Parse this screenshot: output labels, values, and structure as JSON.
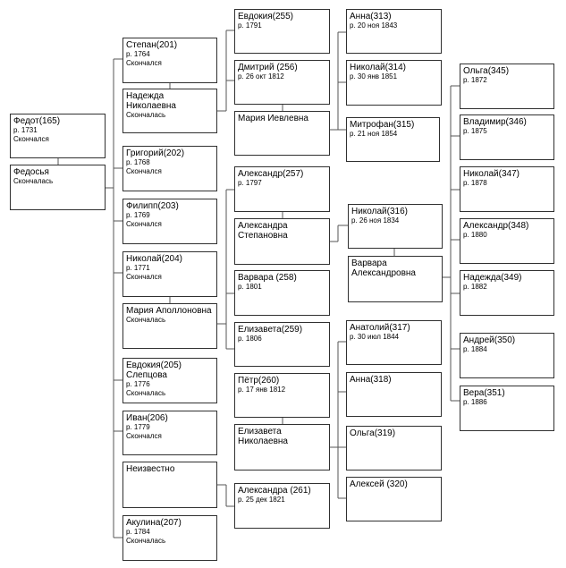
{
  "people": {
    "fedot": {
      "name": "Федот(165)",
      "info1": "р. 1731",
      "info2": "Скончался"
    },
    "fedosya": {
      "name": "Федосья",
      "info1": "Скончалась"
    },
    "stepan": {
      "name": "Степан(201)",
      "info1": "р. 1764",
      "info2": "Скончался"
    },
    "nadezhda_n": {
      "name": "Надежда Николаевна",
      "info1": "Скончалась"
    },
    "grigoriy": {
      "name": "Григорий(202)",
      "info1": "р. 1768",
      "info2": "Скончался"
    },
    "filipp": {
      "name": "Филипп(203)",
      "info1": "р. 1769",
      "info2": "Скончался"
    },
    "nikolay204": {
      "name": "Николай(204)",
      "info1": "р. 1771",
      "info2": "Скончался"
    },
    "maria_a": {
      "name": "Мария Аполлоновна",
      "info1": "Скончалась"
    },
    "evdokiya205": {
      "name": "Евдокия(205)",
      "name2": "Слепцова",
      "info1": "р. 1776",
      "info2": "Скончалась"
    },
    "ivan": {
      "name": "Иван(206)",
      "info1": "р. 1779",
      "info2": "Скончался"
    },
    "neizvestno": {
      "name": "Неизвестно"
    },
    "akulina": {
      "name": "Акулина(207)",
      "info1": "р. 1784",
      "info2": "Скончалась"
    },
    "evdokiya255": {
      "name": "Евдокия(255)",
      "info1": "р. 1791"
    },
    "dmitriy": {
      "name": "Дмитрий (256)",
      "info1": "р. 26 окт 1812"
    },
    "maria_i": {
      "name": "Мария Иевлевна"
    },
    "aleksandr257": {
      "name": "Александр(257)",
      "info1": "р. 1797"
    },
    "aleksandra_s": {
      "name": "Александра",
      "name2": "Степановна"
    },
    "varvara258": {
      "name": "Варвара (258)",
      "info1": "р. 1801"
    },
    "elizaveta259": {
      "name": "Елизавета(259)",
      "info1": "р. 1806"
    },
    "petr": {
      "name": "Пётр(260)",
      "info1": "р. 17 янв 1812"
    },
    "elizaveta_n": {
      "name": "Елизавета",
      "name2": "Николаевна"
    },
    "aleksandra261": {
      "name": "Александра (261)",
      "info1": "р. 25 дек 1821"
    },
    "anna313": {
      "name": "Анна(313)",
      "info1": "р. 20 ноя 1843"
    },
    "nikolay314": {
      "name": "Николай(314)",
      "info1": "р. 30 янв 1851"
    },
    "mitrofan": {
      "name": "Митрофан(315)",
      "info1": "р. 21 ноя 1854"
    },
    "nikolay316": {
      "name": "Николай(316)",
      "info1": "р. 26 ноя 1834"
    },
    "varvara_a": {
      "name": "Варвара",
      "name2": "Александровна"
    },
    "anatoliy": {
      "name": "Анатолий(317)",
      "info1": "р. 30 июл 1844"
    },
    "anna318": {
      "name": "Анна(318)"
    },
    "olga319": {
      "name": "Ольга(319)"
    },
    "aleksey": {
      "name": "Алексей (320)"
    },
    "olga345": {
      "name": "Ольга(345)",
      "info1": "р. 1872"
    },
    "vladimir": {
      "name": "Владимир(346)",
      "info1": "р. 1875"
    },
    "nikolay347": {
      "name": "Николай(347)",
      "info1": "р. 1878"
    },
    "aleksandr348": {
      "name": "Александр(348)",
      "info1": "р. 1880"
    },
    "nadezhda349": {
      "name": "Надежда(349)",
      "info1": "р. 1882"
    },
    "andrey": {
      "name": "Андрей(350)",
      "info1": "р. 1884"
    },
    "vera": {
      "name": "Вера(351)",
      "info1": "р. 1886"
    }
  },
  "colors": {
    "line": "#555555",
    "border": "#303030",
    "background": "#ffffff"
  }
}
